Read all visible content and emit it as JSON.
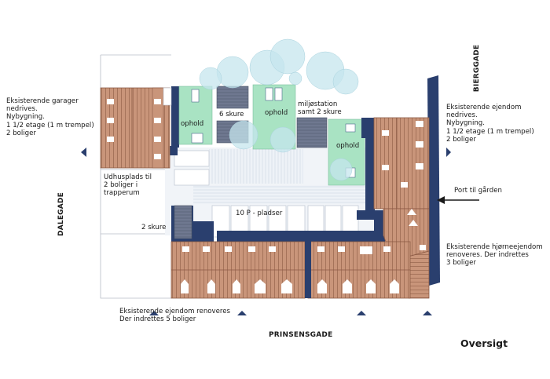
{
  "title": "Oversigt",
  "streets": {
    "top_right": "BIERGGADE",
    "left": "DALEGADE",
    "bottom": "PRINSENSGADE"
  },
  "labels": {
    "left_garage": [
      "Eksisterende garager",
      "nedrives.",
      "Nybygning.",
      "1 1/2 etage (1 m trempel)",
      "2 boliger"
    ],
    "right_property": [
      "Eksisterende ejendom",
      "nedrives.",
      "Nybygning.",
      "1 1/2 etage (1 m trempel)",
      "2 boliger"
    ],
    "outhouse": [
      "Udhusplads til",
      "2 boliger i",
      "trapperum"
    ],
    "port": "Port til gården",
    "corner_property": [
      "Eksisterende hjørneejendom",
      "renoveres. Der indrettes",
      "3 boliger"
    ],
    "bottom_property": [
      "Eksisterende ejendom renoveres",
      "Der indrettes 5 boliger"
    ],
    "sheds_left": "2 skure",
    "sheds_top": "6 skure",
    "recycling": [
      "miljøstation",
      "samt 2 skure"
    ],
    "parking": "10 P - pladser",
    "stay_1": "ophold",
    "stay_2": "ophold",
    "stay_3": "ophold"
  },
  "colors": {
    "roof": "#c9957a",
    "roof_line": "#8c5a44",
    "wall": "#2a3f6e",
    "green": "#a9e3c3",
    "tree": "#c6e6ee",
    "pavement": "#e9eef4",
    "shed": "#6a7386"
  }
}
